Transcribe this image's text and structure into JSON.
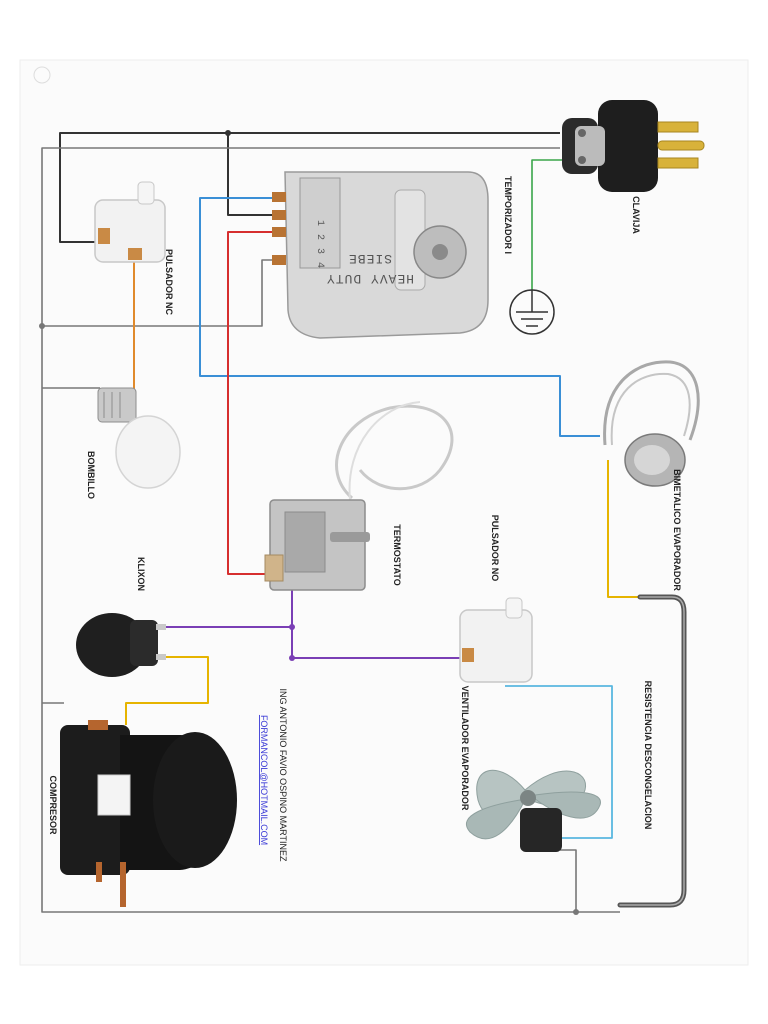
{
  "labels": {
    "clavija": "CLAVIJA",
    "temporizador": "TEMPORIZADOR I",
    "pulsador_nc": "PULSADOR NC",
    "bombillo": "BOMBILLO",
    "bimetalico": "BIMETALICO EVAPORADOR",
    "termostato": "TERMOSTATO",
    "pulsador_no": "PULSADOR NO",
    "klixon": "KLIXON",
    "resistencia": "RESISTENCIA DESCONGELACION",
    "ventilador": "VENTILADOR EVAPORADOR",
    "compresor": "COMPRESOR",
    "author": "ING ANTONIO FAVIO OSPINO MARTINEZ",
    "email": "FORMANCOL@HOTMAIL.COM",
    "timer_brand": "SIEBE",
    "timer_model": "HEAVY DUTY",
    "timer_terminals": "1 2 3 4"
  },
  "wire_colors": {
    "line": "#333333",
    "neutral": "#777777",
    "blue": "#3a8fd6",
    "red": "#d62f2f",
    "purple": "#7a3fb5",
    "yellow": "#e6b400",
    "orange": "#e08a2c",
    "light_blue": "#59b7e0",
    "ground": "#3aa64a"
  },
  "icons": {
    "plug": "plug-icon",
    "timer": "defrost-timer-icon",
    "ground": "ground-symbol-icon",
    "bulb": "light-bulb-icon",
    "bimetal": "bimetal-thermostat-icon",
    "thermostat": "thermostat-icon",
    "door_switch": "door-switch-icon",
    "klixon": "klixon-overload-icon",
    "heater": "defrost-heater-icon",
    "fan": "fan-motor-icon",
    "compressor": "compressor-icon"
  }
}
